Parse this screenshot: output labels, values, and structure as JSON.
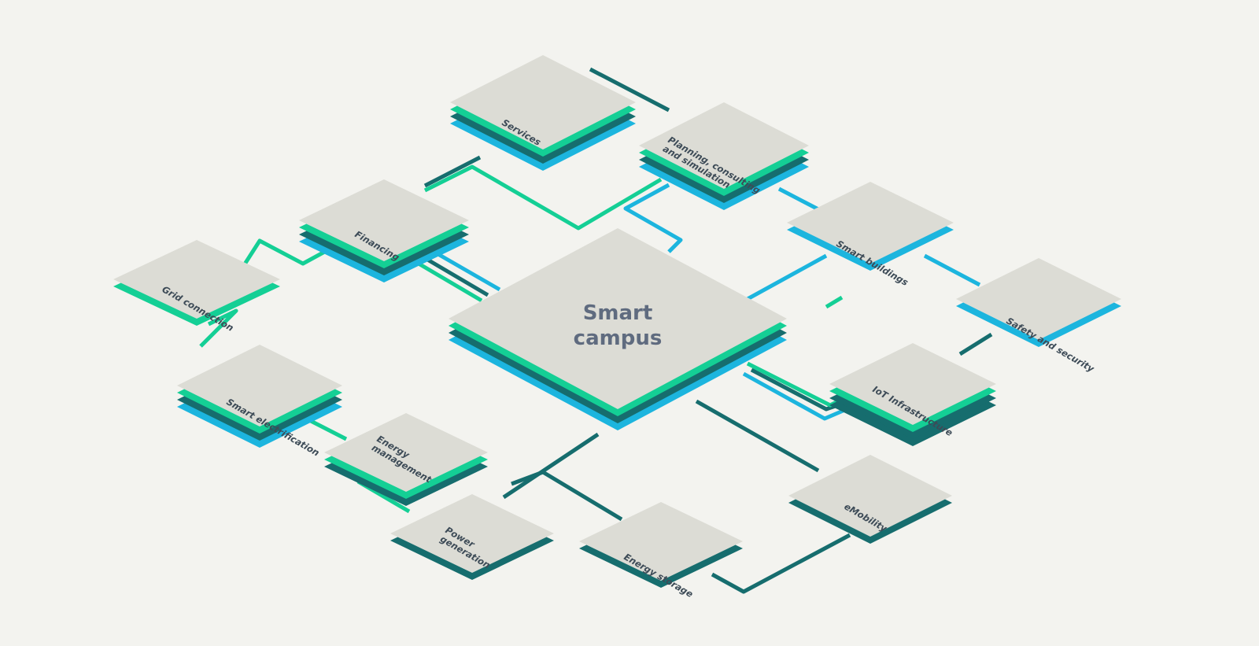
{
  "hub": {
    "line1": "Smart",
    "line2": "campus"
  },
  "tiles": [
    {
      "key": "services",
      "lines": [
        "Services"
      ]
    },
    {
      "key": "planning",
      "lines": [
        "Planning, consulting",
        "and simulation"
      ]
    },
    {
      "key": "financing",
      "lines": [
        "Financing"
      ]
    },
    {
      "key": "smart_buildings",
      "lines": [
        "Smart buildings"
      ]
    },
    {
      "key": "grid",
      "lines": [
        "Grid connection"
      ]
    },
    {
      "key": "safety",
      "lines": [
        "Safety and security"
      ]
    },
    {
      "key": "electrification",
      "lines": [
        "Smart electrification"
      ]
    },
    {
      "key": "iot",
      "lines": [
        "IoT Infrastructure"
      ]
    },
    {
      "key": "energy_mgmt",
      "lines": [
        "Energy",
        "management"
      ]
    },
    {
      "key": "power_gen",
      "lines": [
        "Power",
        "generation"
      ]
    },
    {
      "key": "storage",
      "lines": [
        "Energy storage"
      ]
    },
    {
      "key": "emobility",
      "lines": [
        "eMobility"
      ]
    }
  ],
  "colors": {
    "background": "#f3f3ef",
    "tile_top": "#dcdcd5",
    "tile_green": "#14cf95",
    "tile_teal": "#166d6e",
    "tile_blue": "#1cb5de",
    "text": "#3d4b57",
    "hub_text": "#5f6b7f",
    "line_green": "#14cf95",
    "line_teal": "#166d6e",
    "line_blue": "#1cb5de"
  }
}
